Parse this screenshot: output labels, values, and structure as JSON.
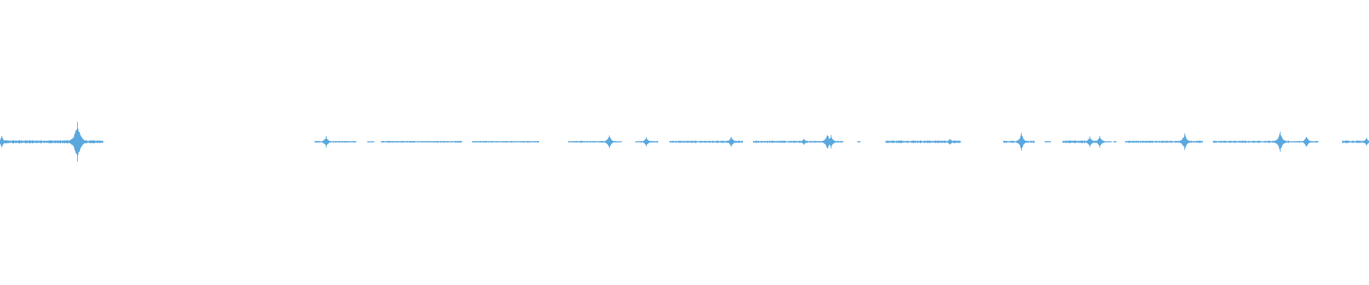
{
  "waveform": {
    "color": "#5aa8de",
    "segments": [
      {
        "start": 0.0,
        "end": 0.075,
        "level": 0.06
      },
      {
        "start": 0.23,
        "end": 0.26,
        "level": 0.03
      },
      {
        "start": 0.268,
        "end": 0.273,
        "level": 0.02
      },
      {
        "start": 0.278,
        "end": 0.337,
        "level": 0.03
      },
      {
        "start": 0.345,
        "end": 0.393,
        "level": 0.03
      },
      {
        "start": 0.415,
        "end": 0.452,
        "level": 0.03
      },
      {
        "start": 0.467,
        "end": 0.48,
        "level": 0.03
      },
      {
        "start": 0.489,
        "end": 0.542,
        "level": 0.04
      },
      {
        "start": 0.55,
        "end": 0.614,
        "level": 0.04
      },
      {
        "start": 0.626,
        "end": 0.628,
        "level": 0.02
      },
      {
        "start": 0.647,
        "end": 0.701,
        "level": 0.05
      },
      {
        "start": 0.733,
        "end": 0.755,
        "level": 0.04
      },
      {
        "start": 0.763,
        "end": 0.767,
        "level": 0.02
      },
      {
        "start": 0.776,
        "end": 0.806,
        "level": 0.05
      },
      {
        "start": 0.813,
        "end": 0.815,
        "level": 0.02
      },
      {
        "start": 0.822,
        "end": 0.878,
        "level": 0.04
      },
      {
        "start": 0.886,
        "end": 0.941,
        "level": 0.04
      },
      {
        "start": 0.945,
        "end": 0.962,
        "level": 0.03
      },
      {
        "start": 0.98,
        "end": 1.0,
        "level": 0.05
      }
    ],
    "peaks": [
      {
        "pos": 0.001,
        "level": 0.3
      },
      {
        "pos": 0.056,
        "level": 1.0
      },
      {
        "pos": 0.238,
        "level": 0.3
      },
      {
        "pos": 0.445,
        "level": 0.35
      },
      {
        "pos": 0.472,
        "level": 0.25
      },
      {
        "pos": 0.534,
        "level": 0.28
      },
      {
        "pos": 0.587,
        "level": 0.18
      },
      {
        "pos": 0.604,
        "level": 0.42
      },
      {
        "pos": 0.607,
        "level": 0.35
      },
      {
        "pos": 0.694,
        "level": 0.18
      },
      {
        "pos": 0.746,
        "level": 0.45
      },
      {
        "pos": 0.796,
        "level": 0.28
      },
      {
        "pos": 0.803,
        "level": 0.3
      },
      {
        "pos": 0.865,
        "level": 0.45
      },
      {
        "pos": 0.935,
        "level": 0.55
      },
      {
        "pos": 0.954,
        "level": 0.3
      },
      {
        "pos": 0.998,
        "level": 0.22
      }
    ]
  }
}
